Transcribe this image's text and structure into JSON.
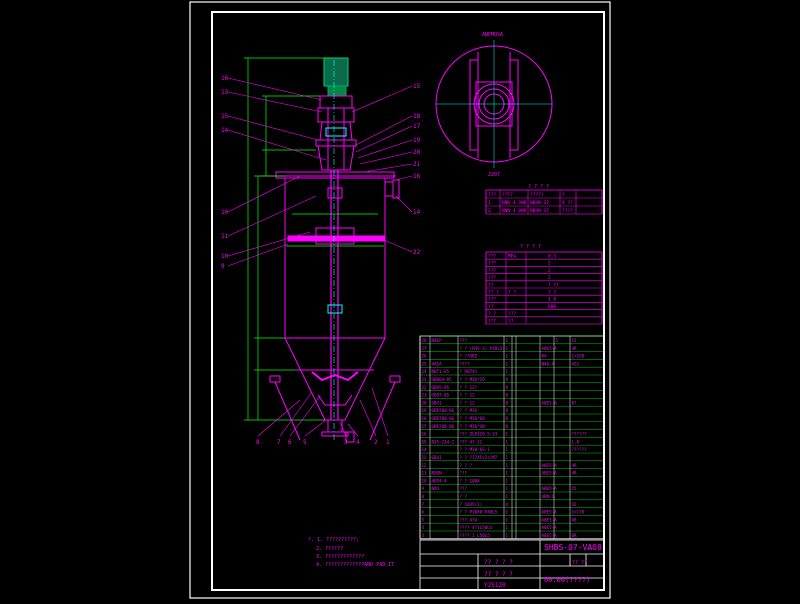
{
  "colors": {
    "background": "#000000",
    "frame": "#ffffff",
    "geometry": "#ff00ff",
    "centerline": "#00ffff",
    "dimension": "#00ff00",
    "motor": "#00aa66",
    "hatch": "#ff66ff"
  },
  "drawing": {
    "drawing_number": "SHBS-07-VA08",
    "part_code": "00.00(????)",
    "date_label": "YJS120",
    "sheet": "?? ??",
    "reviewer_row_1": "?? ? ? ?",
    "reviewer_row_2": "?? ? ? ?",
    "top_view_label_top": "ANPMQSA",
    "top_view_label_bottom": "2207"
  },
  "notes": [
    "?. 1. ??????????;",
    "2. ??????",
    "3. ?????????????",
    "4. ?????????????AND PAD.IT"
  ],
  "side_callouts_left": [
    "16",
    "13",
    "15",
    "14",
    "10",
    "11",
    "10",
    "9"
  ],
  "side_callouts_right": [
    "15",
    "18",
    "17",
    "19",
    "20",
    "21",
    "16",
    "14",
    "22"
  ],
  "bottom_callouts": [
    "8",
    "7",
    "6",
    "5",
    "3",
    "4",
    "2",
    "1"
  ],
  "spec_table_1": {
    "title": "? ? ? ?",
    "rows": [
      [
        "???",
        "????",
        "?????",
        "?"
      ],
      [
        "1",
        "NNR 4 3NR",
        "NB4N-32",
        "4 ??"
      ],
      [
        "2",
        "NNN 4 0NR",
        "NB4N-37",
        "????"
      ]
    ]
  },
  "spec_table_2": {
    "title": "? ? ? ?",
    "rows": [
      [
        "???",
        "MPa",
        "0.3"
      ],
      [
        "???",
        "",
        "5"
      ],
      [
        "???",
        "",
        "2"
      ],
      [
        "???",
        "",
        "2"
      ],
      [
        "??",
        "",
        "? ??"
      ],
      [
        "?? ?",
        "? ?",
        "? ?"
      ],
      [
        "???",
        "",
        "1.0"
      ],
      [
        "??",
        "",
        "600"
      ],
      [
        "? ?",
        "???",
        ""
      ],
      [
        "???",
        "??",
        ""
      ]
    ]
  },
  "parts_list": [
    [
      "28",
      "N4EP",
      "???",
      "1",
      "",
      "",
      "5",
      "12"
    ],
    [
      "27",
      "",
      "? ? (R4S-3) P40L5",
      "1",
      "",
      "A8E5-A",
      "",
      "4R"
    ],
    [
      "26",
      "",
      "? ??GRZ",
      "1",
      "",
      "8A",
      "",
      "1=150"
    ],
    [
      "25",
      "4A5A",
      "????",
      "1",
      "",
      "N40-A",
      "",
      "422"
    ],
    [
      "24",
      "N0T1-E5",
      "? R0741",
      "1",
      "",
      "",
      "",
      ""
    ],
    [
      "23",
      "GB804-85",
      "? ?  M16*20",
      "8",
      "",
      "",
      "",
      ""
    ],
    [
      "22",
      "GB95-85",
      "? ? 12?",
      "8",
      "",
      "",
      "",
      ""
    ],
    [
      "21",
      "GB97-85",
      "? ? 12",
      "8",
      "",
      "",
      "",
      ""
    ],
    [
      "20",
      "GB41",
      "? ? 12",
      "8",
      "",
      "A8E5-A",
      "",
      "8?"
    ],
    [
      "19",
      "GB5780-86",
      "? ? M16",
      "8",
      "",
      "",
      "",
      ""
    ],
    [
      "18",
      "GB5780-86",
      "? ? M16*60",
      "8",
      "",
      "",
      "",
      ""
    ],
    [
      "17",
      "GB5780-86",
      "? ? M16*40",
      "8",
      "",
      "",
      "",
      ""
    ],
    [
      "16",
      "",
      "??? ZLD120-5-33",
      "1",
      "",
      "",
      "",
      "??????"
    ],
    [
      "15",
      "BJ5-214-2",
      "??? 4?-21",
      "1",
      "",
      "",
      "",
      "1.8"
    ],
    [
      "14",
      "",
      "? ? M10-6S-1",
      "1",
      "",
      "",
      "",
      "??????"
    ],
    [
      "13",
      "GB41",
      "? ? ?17X5(2)/M7",
      "1",
      "",
      "",
      "",
      ""
    ],
    [
      "12",
      "",
      "? ? ?",
      "1",
      "",
      "A8E5-A",
      "",
      "4R"
    ],
    [
      "11",
      "N58N",
      "???",
      "1",
      "",
      "A8E5-A",
      "",
      "4R"
    ],
    [
      "10",
      "4EP4-4",
      "? ? 100X",
      "1",
      "",
      "",
      "",
      ""
    ],
    [
      "9",
      "N44",
      "???",
      "1",
      "",
      "A8E5-A",
      "",
      "25"
    ],
    [
      "8",
      "",
      "? ?",
      "1",
      "",
      "4RN-1",
      "",
      ""
    ],
    [
      "7",
      "",
      "? 10X5(1)",
      "4",
      "",
      "",
      "",
      "42"
    ],
    [
      "6",
      "",
      "? ? P1080_P40L5",
      "1",
      "",
      "A8E5-A",
      "",
      "1=170"
    ],
    [
      "5",
      "",
      "??? 4?4",
      "1",
      "",
      "A8E5-A",
      "",
      "48"
    ],
    [
      "4",
      "",
      "???? 4?1L50L5",
      "1",
      "",
      "A8E5-A",
      "",
      ""
    ],
    [
      "3",
      "",
      "???? 1 L50L5",
      "1",
      "",
      "A8E5-A",
      "",
      "8R"
    ]
  ]
}
